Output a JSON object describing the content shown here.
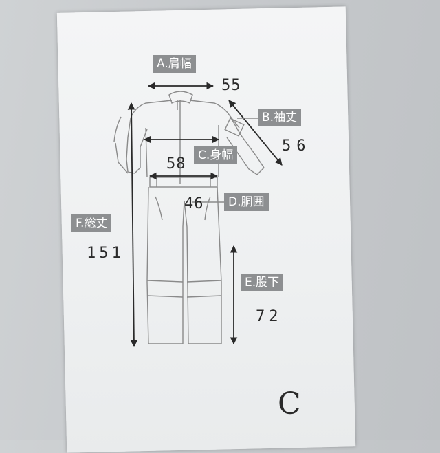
{
  "labels": {
    "a": "A.肩幅",
    "b": "B.袖丈",
    "c": "C.身幅",
    "d": "D.胴囲",
    "e": "E.股下",
    "f": "F.総丈"
  },
  "handwritten": {
    "a": "55",
    "b": "56",
    "c": "58",
    "d": "46",
    "e": "72",
    "f": "151",
    "size": "C"
  },
  "colors": {
    "label_bg": "#8d8f91",
    "line": "#8a8a8a",
    "arrow": "#2a2a2a"
  }
}
